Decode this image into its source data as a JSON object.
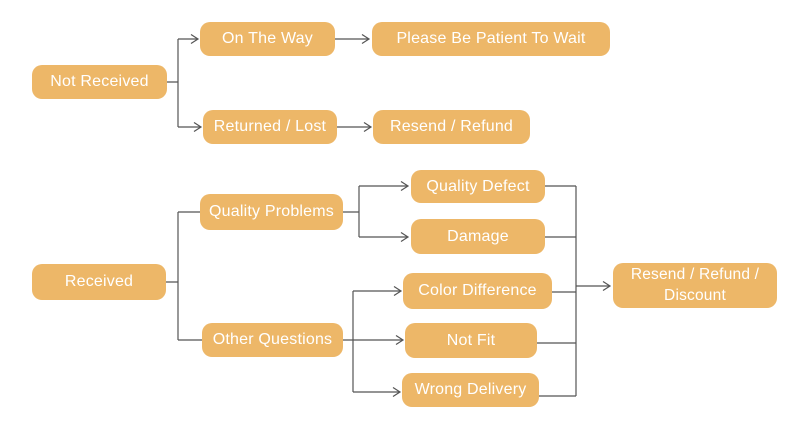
{
  "colors": {
    "node_fill": "#EDB768",
    "node_text": "#FFFFFF",
    "connector": "#555555",
    "background": "#FFFFFF"
  },
  "nodes": {
    "not_received": {
      "label": "Not Received"
    },
    "on_the_way": {
      "label": "On The Way"
    },
    "please_be_patient": {
      "label": "Please Be Patient To Wait"
    },
    "returned_lost": {
      "label": "Returned / Lost"
    },
    "resend_refund": {
      "label": "Resend / Refund"
    },
    "received": {
      "label": "Received"
    },
    "quality_problems": {
      "label": "Quality Problems"
    },
    "other_questions": {
      "label": "Other Questions"
    },
    "quality_defect": {
      "label": "Quality Defect"
    },
    "damage": {
      "label": "Damage"
    },
    "color_difference": {
      "label": "Color Difference"
    },
    "not_fit": {
      "label": "Not Fit"
    },
    "wrong_delivery": {
      "label": "Wrong Delivery"
    },
    "resend_refund_discount": {
      "label": "Resend / Refund / Discount"
    }
  },
  "diagram": {
    "type": "flowchart",
    "direction": "left-to-right",
    "edges": [
      {
        "from": "not_received",
        "to": "on_the_way",
        "arrow": true
      },
      {
        "from": "not_received",
        "to": "returned_lost",
        "arrow": true
      },
      {
        "from": "on_the_way",
        "to": "please_be_patient",
        "arrow": true
      },
      {
        "from": "returned_lost",
        "to": "resend_refund",
        "arrow": true
      },
      {
        "from": "received",
        "to": "quality_problems",
        "arrow": false
      },
      {
        "from": "received",
        "to": "other_questions",
        "arrow": false
      },
      {
        "from": "quality_problems",
        "to": "quality_defect",
        "arrow": true
      },
      {
        "from": "quality_problems",
        "to": "damage",
        "arrow": true
      },
      {
        "from": "other_questions",
        "to": "color_difference",
        "arrow": true
      },
      {
        "from": "other_questions",
        "to": "not_fit",
        "arrow": true
      },
      {
        "from": "other_questions",
        "to": "wrong_delivery",
        "arrow": true
      },
      {
        "from": "quality_defect",
        "to": "resend_refund_discount",
        "arrow": true
      },
      {
        "from": "damage",
        "to": "resend_refund_discount",
        "arrow": true
      },
      {
        "from": "color_difference",
        "to": "resend_refund_discount",
        "arrow": true
      },
      {
        "from": "not_fit",
        "to": "resend_refund_discount",
        "arrow": true
      },
      {
        "from": "wrong_delivery",
        "to": "resend_refund_discount",
        "arrow": true
      }
    ]
  }
}
